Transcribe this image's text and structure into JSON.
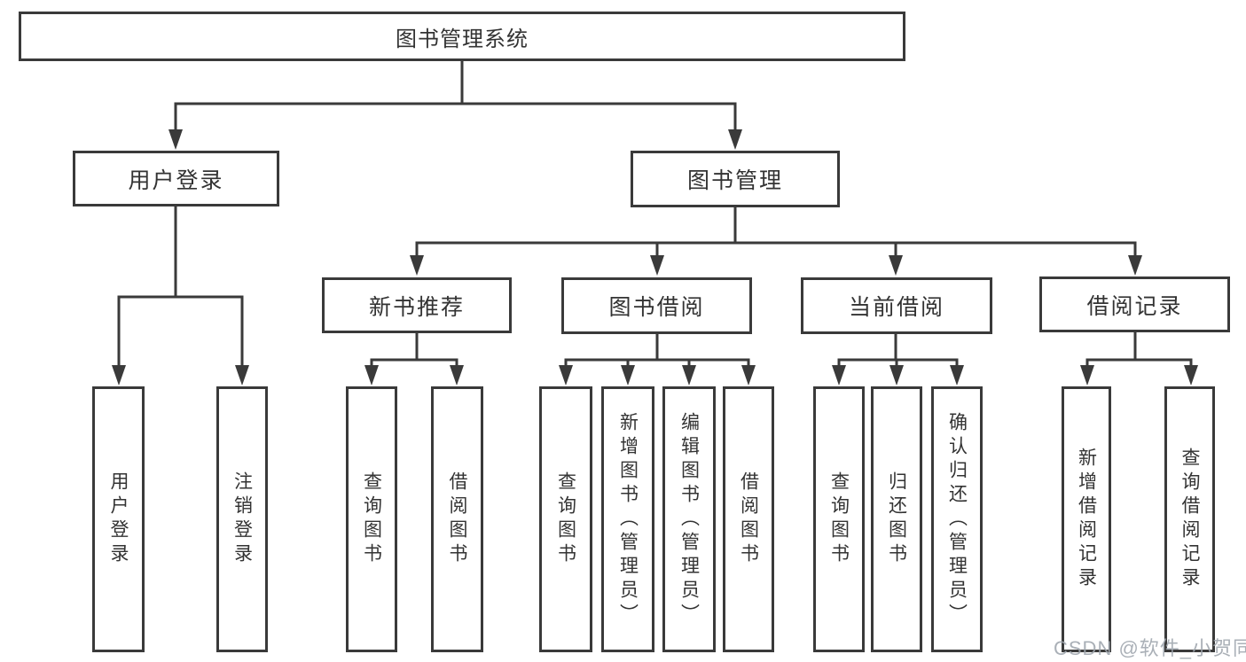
{
  "diagram": {
    "title": "图书管理系统",
    "level2": [
      "用户登录",
      "图书管理"
    ],
    "level3": [
      "新书推荐",
      "图书借阅",
      "当前借阅",
      "借阅记录"
    ],
    "leaves": [
      "用户登录",
      "注销登录",
      "查询图书",
      "借阅图书",
      "查询图书",
      "新增图书（管理员）",
      "编辑图书（管理员）",
      "借阅图书",
      "查询图书",
      "归还图书",
      "确认归还（管理员）",
      "新增借阅记录",
      "查询借阅记录"
    ]
  },
  "watermark": "CSDN @软件_小贺同学",
  "colors": {
    "line": "#3a3a3a",
    "text": "#333333",
    "watermark": "#9ea5ad",
    "background": "#ffffff"
  }
}
